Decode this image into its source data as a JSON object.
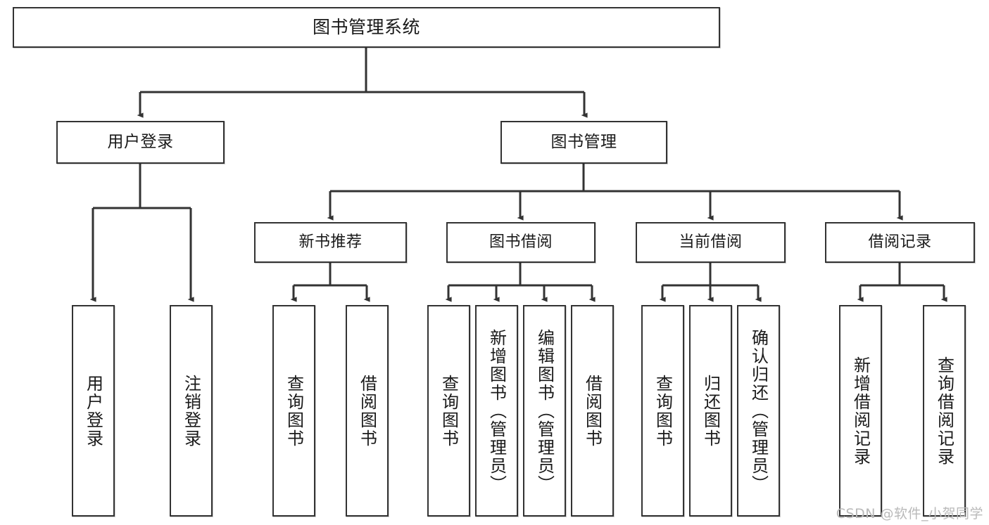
{
  "diagram": {
    "title": "图书管理系统",
    "type": "tree",
    "background": "#ffffff",
    "border_color": "#333333",
    "text_color": "#1a1a1a",
    "root": {
      "label": "图书管理系统"
    },
    "level2": [
      {
        "label": "用户登录"
      },
      {
        "label": "图书管理"
      }
    ],
    "level3": [
      {
        "label": "新书推荐"
      },
      {
        "label": "图书借阅"
      },
      {
        "label": "当前借阅"
      },
      {
        "label": "借阅记录"
      }
    ],
    "leaves": [
      {
        "label": "用户登录",
        "parent": "用户登录"
      },
      {
        "label": "注销登录",
        "parent": "用户登录"
      },
      {
        "label": "查询图书",
        "parent": "新书推荐"
      },
      {
        "label": "借阅图书",
        "parent": "新书推荐"
      },
      {
        "label": "查询图书",
        "parent": "图书借阅"
      },
      {
        "label": "新增图书（管理员）",
        "parent": "图书借阅"
      },
      {
        "label": "编辑图书（管理员）",
        "parent": "图书借阅"
      },
      {
        "label": "借阅图书",
        "parent": "图书借阅"
      },
      {
        "label": "查询图书",
        "parent": "当前借阅"
      },
      {
        "label": "归还图书",
        "parent": "当前借阅"
      },
      {
        "label": "确认归还（管理员）",
        "parent": "当前借阅"
      },
      {
        "label": "新增借阅记录",
        "parent": "借阅记录"
      },
      {
        "label": "查询借阅记录",
        "parent": "借阅记录"
      }
    ]
  },
  "watermark": {
    "text": "CSDN @软件_小贺同学"
  }
}
